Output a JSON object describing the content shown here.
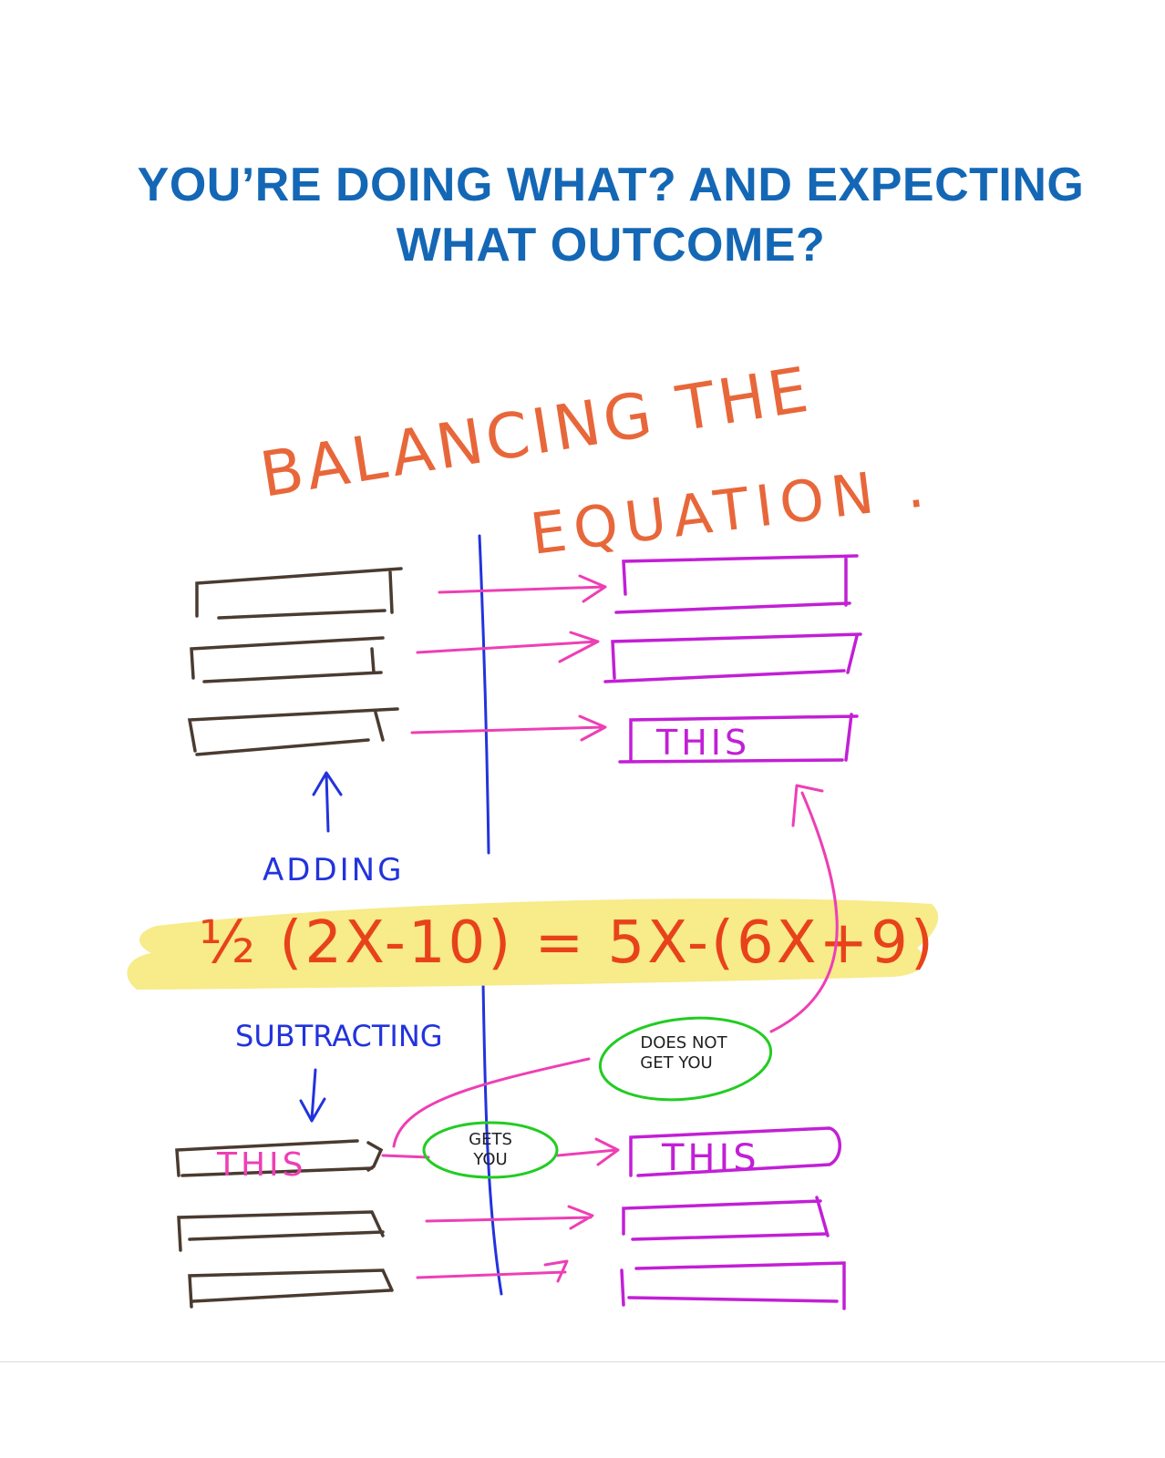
{
  "title": {
    "line1": "YOU’RE DOING WHAT? AND EXPECTING",
    "line2": "WHAT OUTCOME?"
  },
  "sketch": {
    "heading_line1": "BALANCING THE",
    "heading_line2": "EQUATION .",
    "equation": "½ (2X-10) = 5X-(6X+9)",
    "label_adding": "ADDING",
    "label_subtracting": "SUBTRACTING",
    "box_this_top_right": "THIS",
    "box_this_bottom_left": "THIS",
    "box_this_bottom_right": "THIS",
    "bubble_gets_line1": "GETS",
    "bubble_gets_line2": "YOU",
    "bubble_doesnot_line1": "DOES NOT",
    "bubble_doesnot_line2": "GET YOU"
  },
  "colors": {
    "title": "#1467b5",
    "heading": "#e8673a",
    "divider_line": "#2233dd",
    "left_boxes": "#4a3b30",
    "right_boxes": "#c21fd6",
    "arrows": "#ee3fb4",
    "labels": "#2233dd",
    "highlight": "#f7eb8a",
    "equation": "#e8421a",
    "bubbles": "#22cc22"
  }
}
